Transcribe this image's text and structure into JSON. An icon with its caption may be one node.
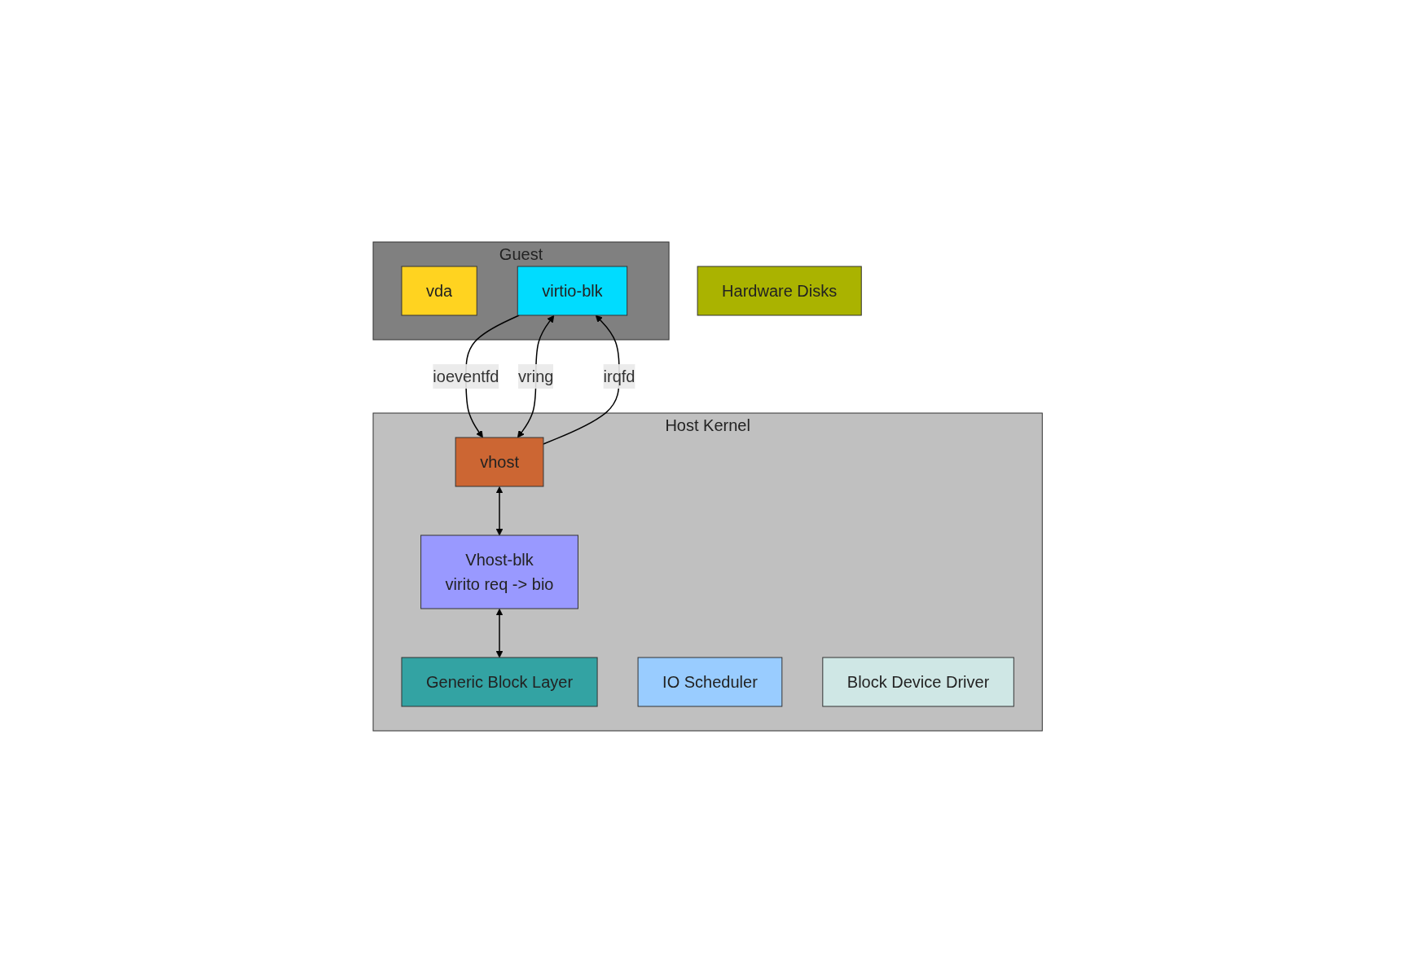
{
  "diagram": {
    "nodes": [
      {
        "text": [
          "Guest"
        ]
      },
      {
        "text": [
          "vda"
        ],
        "in": 0
      },
      {
        "text": [
          "virtio-blk"
        ],
        "in": 0
      },
      {
        "text": [
          "Host Kernel"
        ]
      },
      {
        "text": [
          "vhost"
        ],
        "in": 3
      },
      {
        "text": [
          "Vhost-blk",
          "virito req -> bio"
        ],
        "in": 3
      },
      {
        "text": [
          "Generic Block Layer"
        ],
        "in": 3
      },
      {
        "text": [
          "IO Scheduler"
        ],
        "in": 3
      },
      {
        "text": [
          "Block Device Driver"
        ],
        "in": 3
      },
      {
        "text": [
          "Hardware Disks"
        ]
      }
    ],
    "edges": [
      {
        "from": 2,
        "to": 4,
        "label": "ioeventfd",
        "arrow": "to"
      },
      {
        "from": 2,
        "to": 4,
        "label": "vring",
        "arrow": "both"
      },
      {
        "from": 4,
        "to": 2,
        "label": "irqfd",
        "arrow": "to"
      },
      {
        "from": 4,
        "to": 5,
        "arrow": "both"
      },
      {
        "from": 5,
        "to": 6,
        "arrow": "both"
      }
    ]
  }
}
